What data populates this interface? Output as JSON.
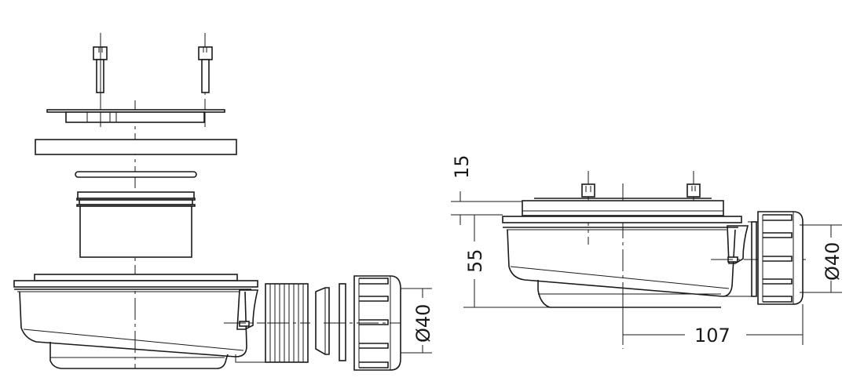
{
  "diagram": {
    "subject": "shower drain siphon",
    "views": [
      {
        "name": "exploded-view",
        "components": [
          "screws",
          "grate-cover",
          "flat-gasket",
          "o-ring",
          "drain-sleeve",
          "drain-body",
          "threaded-outlet",
          "conical-seal",
          "flat-washer",
          "union-nut"
        ]
      },
      {
        "name": "assembled-view",
        "components": [
          "screws",
          "grate-cover",
          "drain-body",
          "union-nut"
        ]
      }
    ]
  },
  "dimensions": {
    "exploded_outlet_diameter": "Ø40",
    "assembled_outlet_diameter": "Ø40",
    "top_height": "15",
    "body_height": "55",
    "outlet_length": "107"
  },
  "colors": {
    "line": "#1a1a1a",
    "background": "#ffffff"
  }
}
